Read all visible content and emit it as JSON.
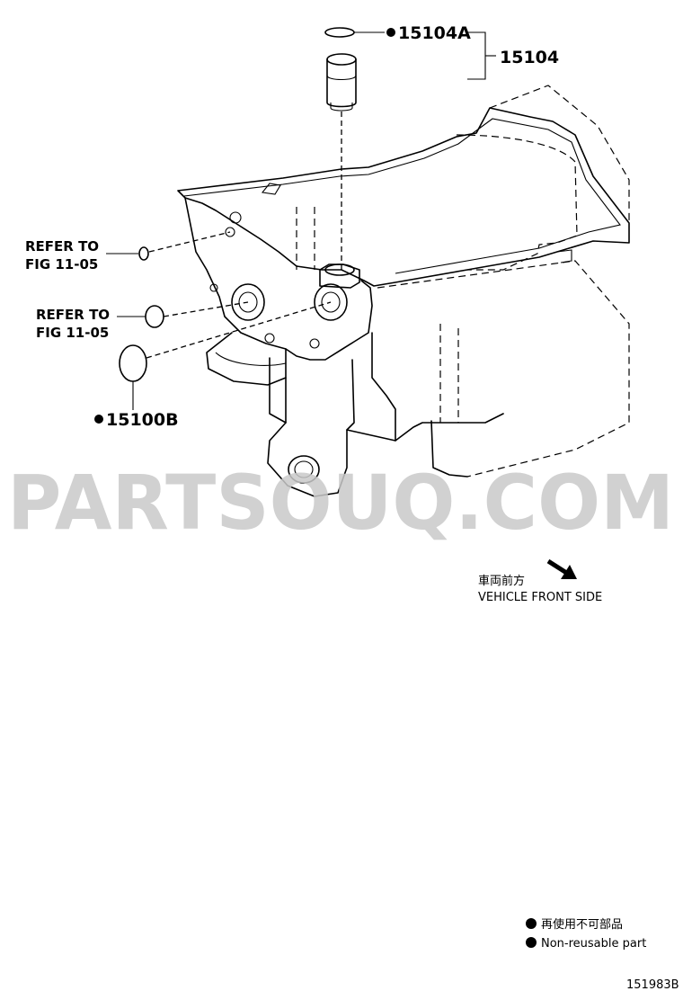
{
  "callouts": {
    "oring_top": "15104A",
    "strainer": "15104",
    "oring_bottom": "15100B",
    "refer1_line1": "REFER TO",
    "refer1_line2": "FIG 11-05",
    "refer2_line1": "REFER TO",
    "refer2_line2": "FIG 11-05"
  },
  "direction": {
    "japanese": "車両前方",
    "english": "VEHICLE FRONT SIDE"
  },
  "legend": {
    "japanese": "再使用不可部品",
    "english": "Non-reusable part"
  },
  "watermark": "PARTSOUQ.COM",
  "figure_id": "151983B"
}
